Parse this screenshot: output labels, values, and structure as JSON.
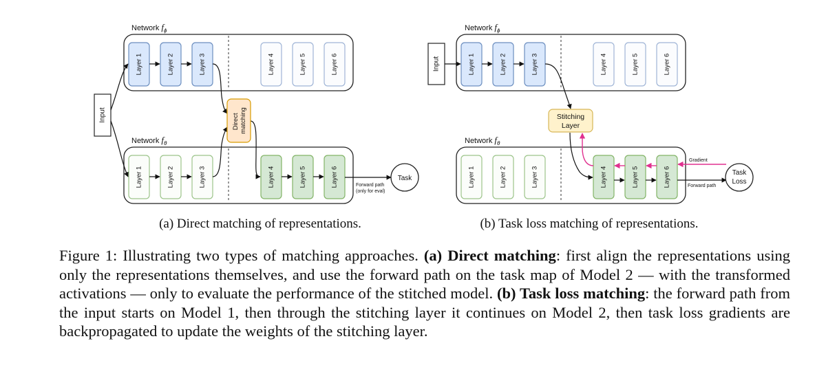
{
  "panel_a": {
    "net_top_label_prefix": "Network ",
    "net_top_symbol": "f",
    "net_top_sub": "ϕ",
    "net_bottom_label_prefix": "Network ",
    "net_bottom_symbol": "f",
    "net_bottom_sub": "θ",
    "input_label": "Input",
    "top_layers": [
      "Layer 1",
      "Layer 2",
      "Layer 3",
      "Layer 4",
      "Layer 5",
      "Layer 6"
    ],
    "bottom_layers": [
      "Layer 1",
      "Layer 2",
      "Layer 3",
      "Layer 4",
      "Layer 5",
      "Layer 6"
    ],
    "matching_label_line1": "Direct",
    "matching_label_line2": "matching",
    "task_label": "Task",
    "forward_path_line1": "Forward path",
    "forward_path_line2": "(only for eval)",
    "subcaption": "(a) Direct matching of representations."
  },
  "panel_b": {
    "net_top_label_prefix": "Network ",
    "net_top_symbol": "f",
    "net_top_sub": "ϕ",
    "net_bottom_label_prefix": "Network ",
    "net_bottom_symbol": "f",
    "net_bottom_sub": "θ",
    "input_label": "Input",
    "top_layers": [
      "Layer 1",
      "Layer 2",
      "Layer 3",
      "Layer 4",
      "Layer 5",
      "Layer 6"
    ],
    "bottom_layers": [
      "Layer 1",
      "Layer 2",
      "Layer 3",
      "Layer 4",
      "Layer 5",
      "Layer 6"
    ],
    "stitching_line1": "Stitching",
    "stitching_line2": "Layer",
    "task_loss_line1": "Task",
    "task_loss_line2": "Loss",
    "gradient_label": "Gradient",
    "forward_path_label": "Forward path",
    "subcaption": "(b) Task loss matching of representations."
  },
  "caption": {
    "lead": "Figure 1: Illustrating two types of matching approaches. ",
    "bold_a": "(a) Direct matching",
    "text_a": ": first align the representations using only the representations themselves, and use the forward path on the task map of Model 2 — with the transformed activations — only to evaluate the performance of the stitched model. ",
    "bold_b": "(b) Task loss matching",
    "text_b": ": the forward path from the input starts on Model 1, then through the stitching layer it continues on Model 2, then task loss gradients are backpropagated to update the weights of the stitching layer."
  },
  "colors": {
    "blue_fill": "#dae8fc",
    "blue_stroke": "#6c8ebf",
    "green_fill": "#d5e8d4",
    "green_stroke": "#82b366",
    "orange_fill": "#ffe6cc",
    "orange_stroke": "#d79b00",
    "yellow_fill": "#fff2cc",
    "yellow_stroke": "#d6b656",
    "gradient": "#e0318f"
  }
}
